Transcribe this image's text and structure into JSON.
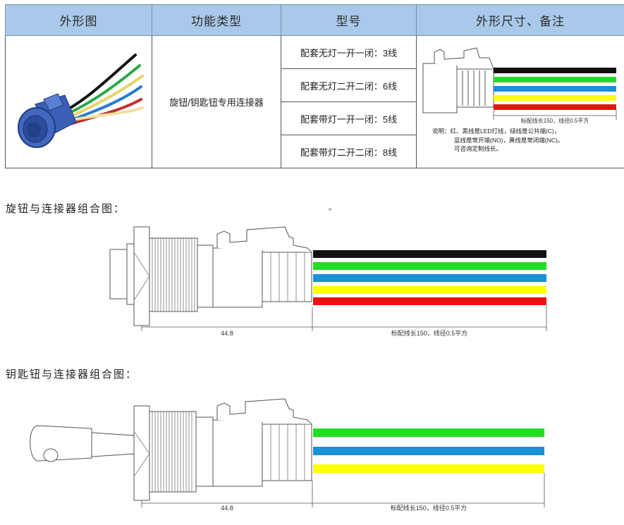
{
  "table": {
    "headers": [
      "外形图",
      "功能类型",
      "型号",
      "外形尺寸、备注"
    ],
    "function_type": "旋钮/钥匙钮专用连接器",
    "models": [
      "配套无灯一开一闭：3线",
      "配套无灯二开二闭：6线",
      "配套带灯一开一闭：5线",
      "配套带灯二开二闭：8线"
    ],
    "small_dim_label": "标配线长150，线径0.5平方",
    "note_lines": [
      "说明：红、黑线是LED灯线，绿线是公共端(C)，",
      "蓝线是常开端(NO)，黄线是常闭端(NC)。",
      "可咨询定制线长。"
    ]
  },
  "section1": {
    "title": "旋钮与连接器组合图：",
    "dim_left": "44.8",
    "dim_right": "标配线长150，线径0.5平方",
    "stray_mark": "。"
  },
  "section2": {
    "title": "钥匙钮与连接器组合图：",
    "dim_left": "44.8",
    "dim_right": "标配线长150，线径0.5平方"
  },
  "wire_colors": {
    "black": "#111111",
    "green": "#22dd22",
    "blue": "#1a90d6",
    "yellow": "#ffff00",
    "red": "#ee1111"
  },
  "connector_color": "#3a5fb5"
}
